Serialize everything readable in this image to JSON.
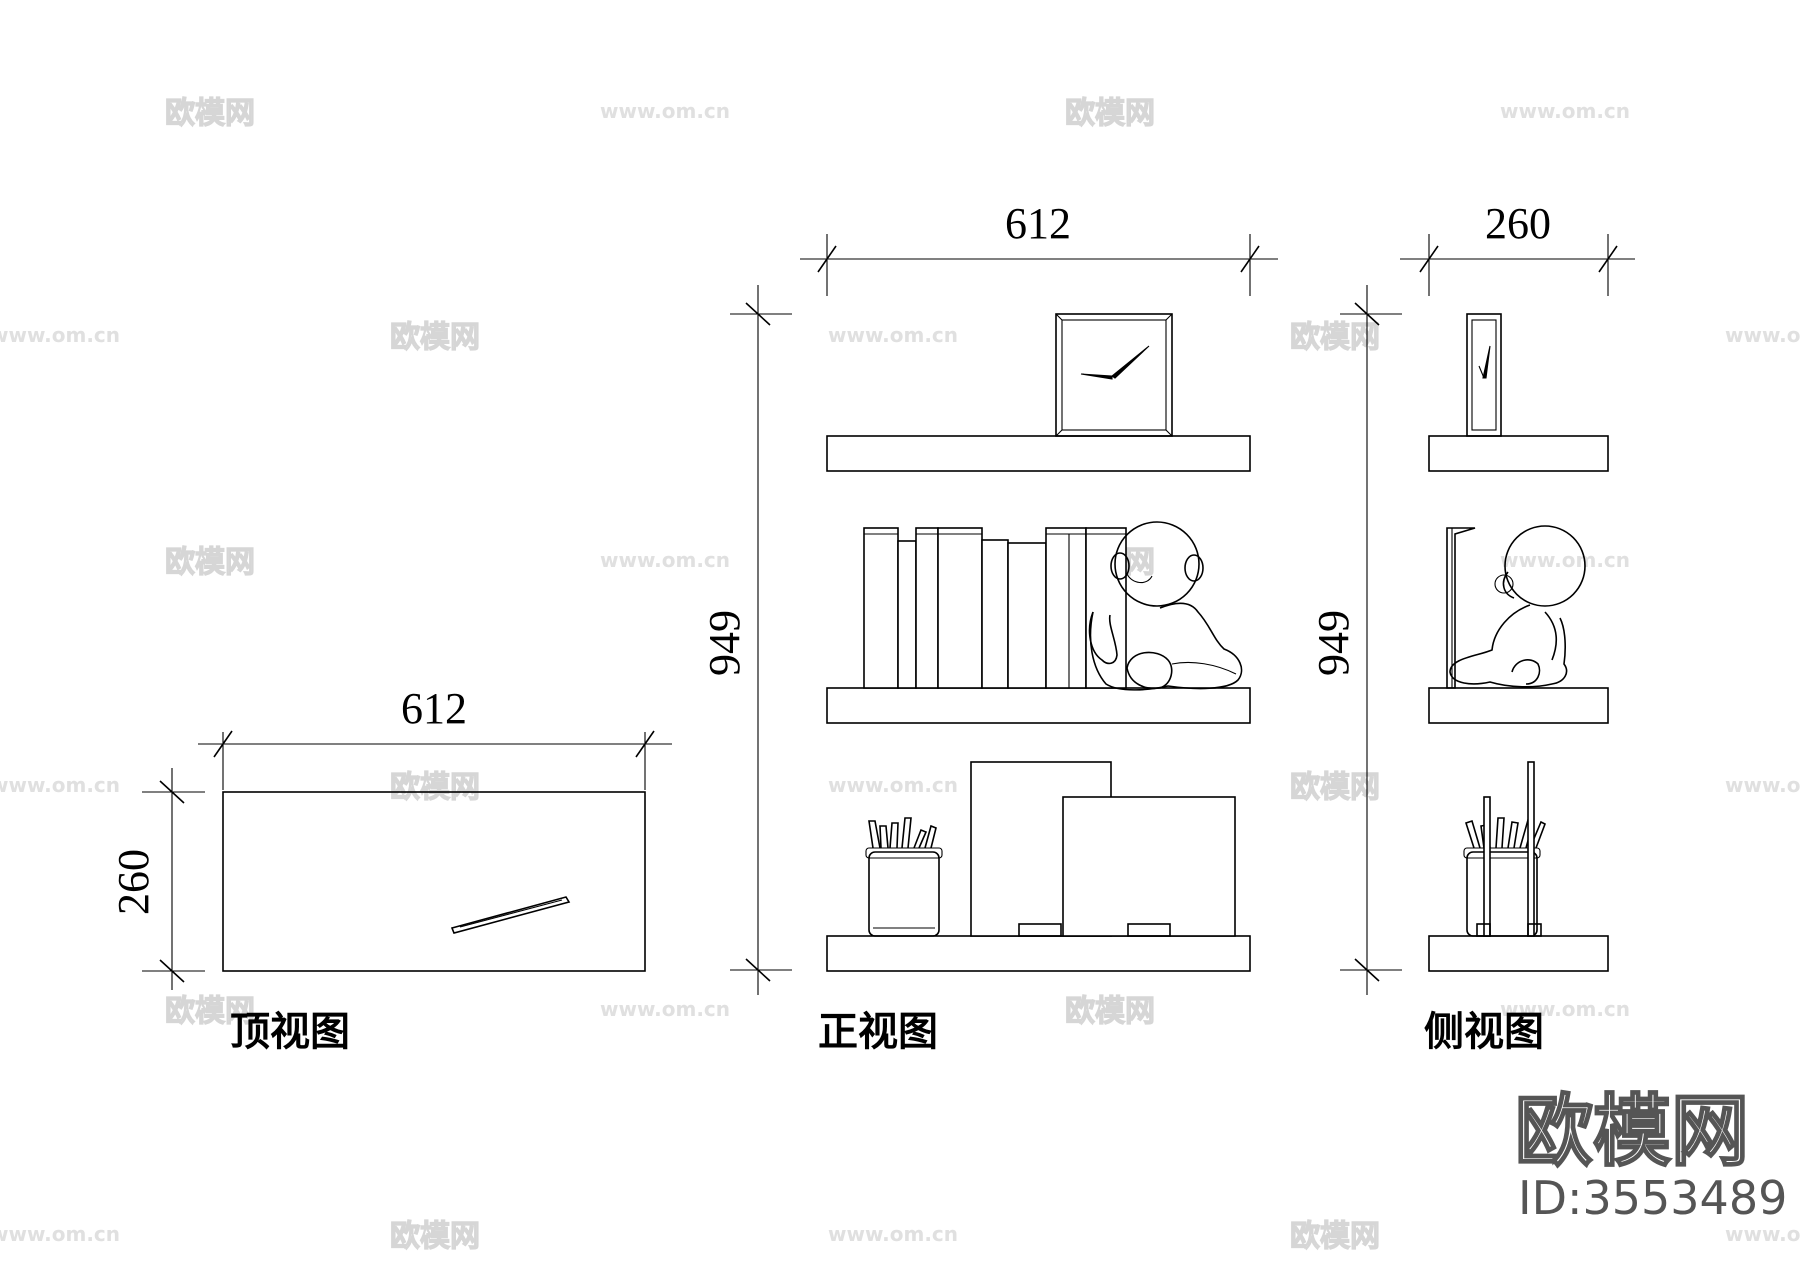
{
  "watermark": {
    "brand": "欧模网",
    "url": "www.om.cn"
  },
  "views": {
    "top": {
      "label": "顶视图",
      "width_dim": "612",
      "height_dim": "260"
    },
    "front": {
      "label": "正视图",
      "width_dim": "612",
      "height_dim": "949"
    },
    "side": {
      "label": "侧视图",
      "width_dim": "260",
      "height_dim": "949"
    }
  },
  "logo": {
    "brand": "欧模网",
    "id": "ID:3553489"
  }
}
